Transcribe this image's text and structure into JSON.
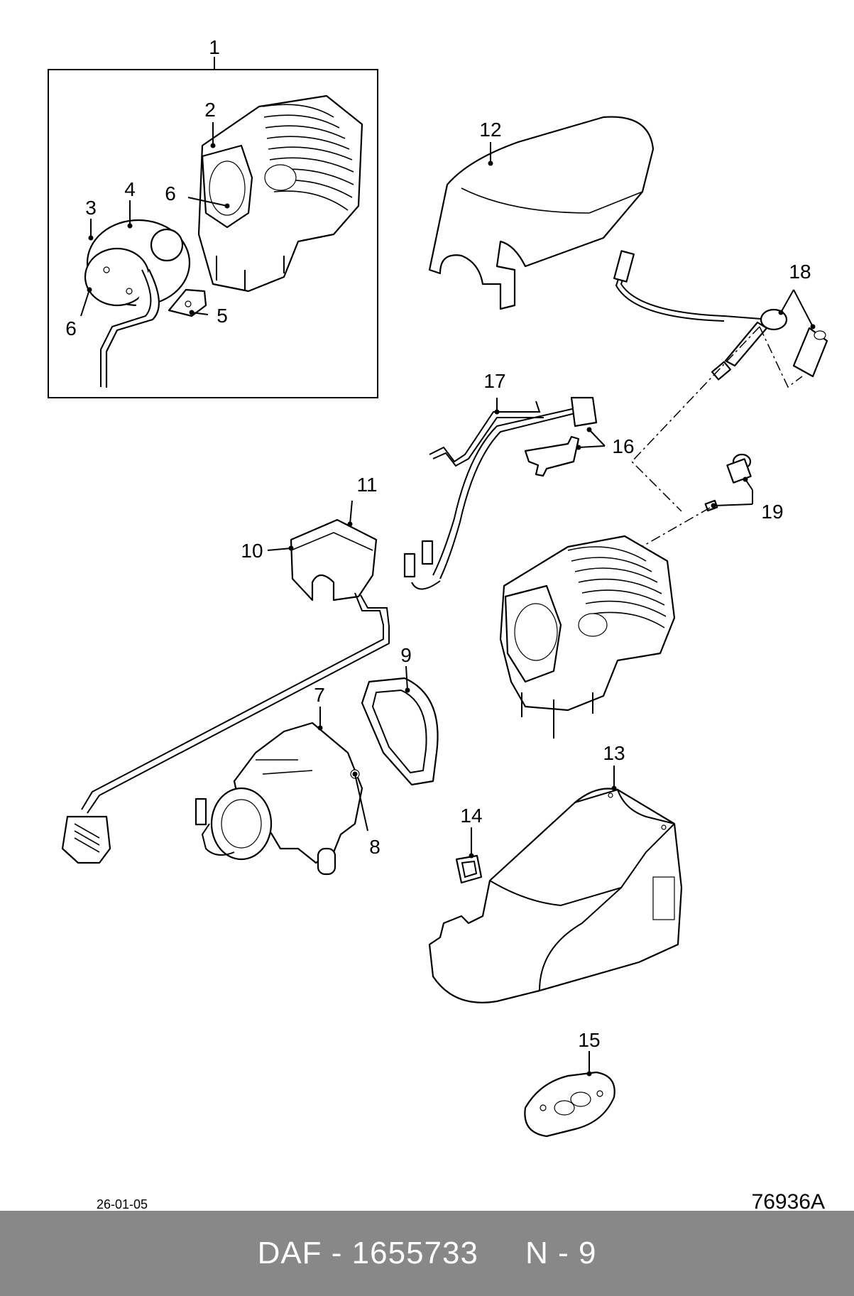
{
  "callouts": {
    "c1": "1",
    "c2": "2",
    "c3": "3",
    "c4": "4",
    "c5": "5",
    "c6a": "6",
    "c6b": "6",
    "c7": "7",
    "c8": "8",
    "c9": "9",
    "c10": "10",
    "c11": "11",
    "c12": "12",
    "c13": "13",
    "c14": "14",
    "c15": "15",
    "c16": "16",
    "c17": "17",
    "c18": "18",
    "c19": "19"
  },
  "footer": {
    "date": "26-01-05",
    "drawing_code": "76936A",
    "title": "DAF - 1655733     N - 9"
  },
  "colors": {
    "footer_bar": "#888888",
    "footer_text": "#ffffff",
    "line": "#000000"
  }
}
